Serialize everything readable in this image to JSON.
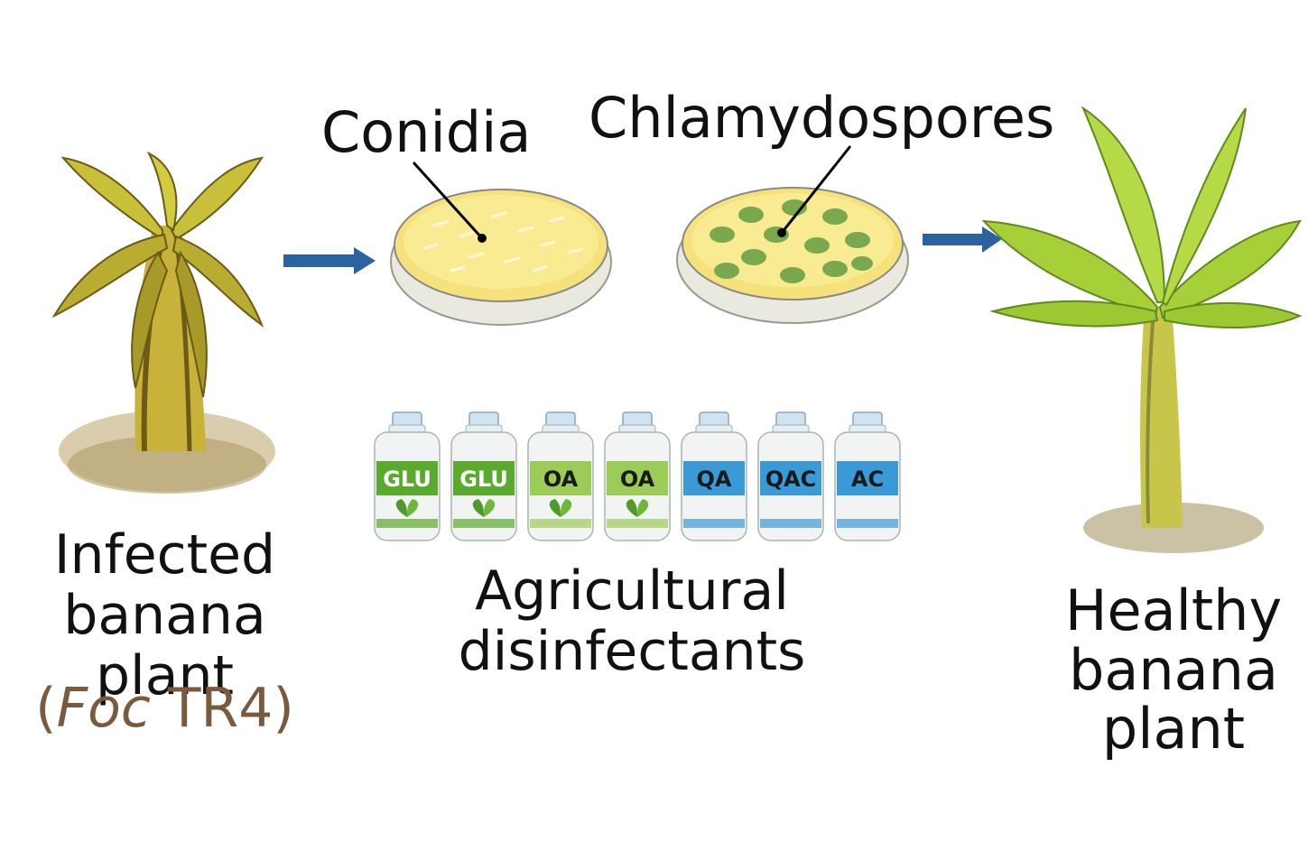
{
  "labels": {
    "infected_line1": "Infected",
    "infected_line2": "banana plant",
    "foc_open": "(",
    "foc_italic": "Foc",
    "foc_rest": " TR4)",
    "conidia": "Conidia",
    "chlamydospores": "Chlamydospores",
    "agri_line1": "Agricultural",
    "agri_line2": "disinfectants",
    "healthy_line1": "Healthy",
    "healthy_line2": "banana",
    "healthy_line3": "plant"
  },
  "bottles": [
    {
      "label": "GLU",
      "band_color": "#5aaa2e",
      "leaf": true
    },
    {
      "label": "GLU",
      "band_color": "#5aaa2e",
      "leaf": true
    },
    {
      "label": "OA",
      "band_color": "#9ccc58",
      "leaf": true
    },
    {
      "label": "OA",
      "band_color": "#9ccc58",
      "leaf": true
    },
    {
      "label": "QA",
      "band_color": "#3a9ad8",
      "leaf": false
    },
    {
      "label": "QAC",
      "band_color": "#3a9ad8",
      "leaf": false
    },
    {
      "label": "AC",
      "band_color": "#3a9ad8",
      "leaf": false
    }
  ],
  "colors": {
    "arrow": "#2a63a0",
    "agar": "#f6e27a",
    "colony": "#7aa84f",
    "infected_leaf": "#c9c03a",
    "healthy_leaf": "#a6cf38"
  }
}
